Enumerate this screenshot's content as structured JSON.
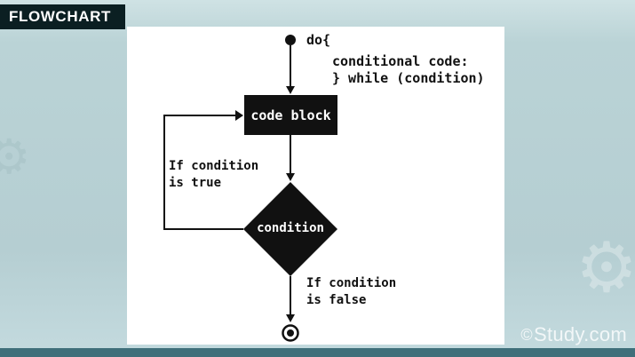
{
  "header": {
    "title": "FLOWCHART"
  },
  "diagram": {
    "start_label": "do{",
    "code_lines": [
      "conditional code:",
      "} while (condition)"
    ],
    "process_label": "code block",
    "decision_label": "condition",
    "true_label_lines": [
      "If condition",
      "is true"
    ],
    "false_label_lines": [
      "If condition",
      "is false"
    ]
  },
  "watermark": {
    "copyright": "©",
    "text": "Study.com"
  },
  "icons": {
    "background": "gear-icon"
  },
  "colors": {
    "shape_fill": "#111111",
    "panel": "#ffffff",
    "header_bg": "#0b1f22",
    "background": "#b5ced2",
    "bottom_bar": "#3f6f7a",
    "watermark_text": "#f2f7f8"
  }
}
